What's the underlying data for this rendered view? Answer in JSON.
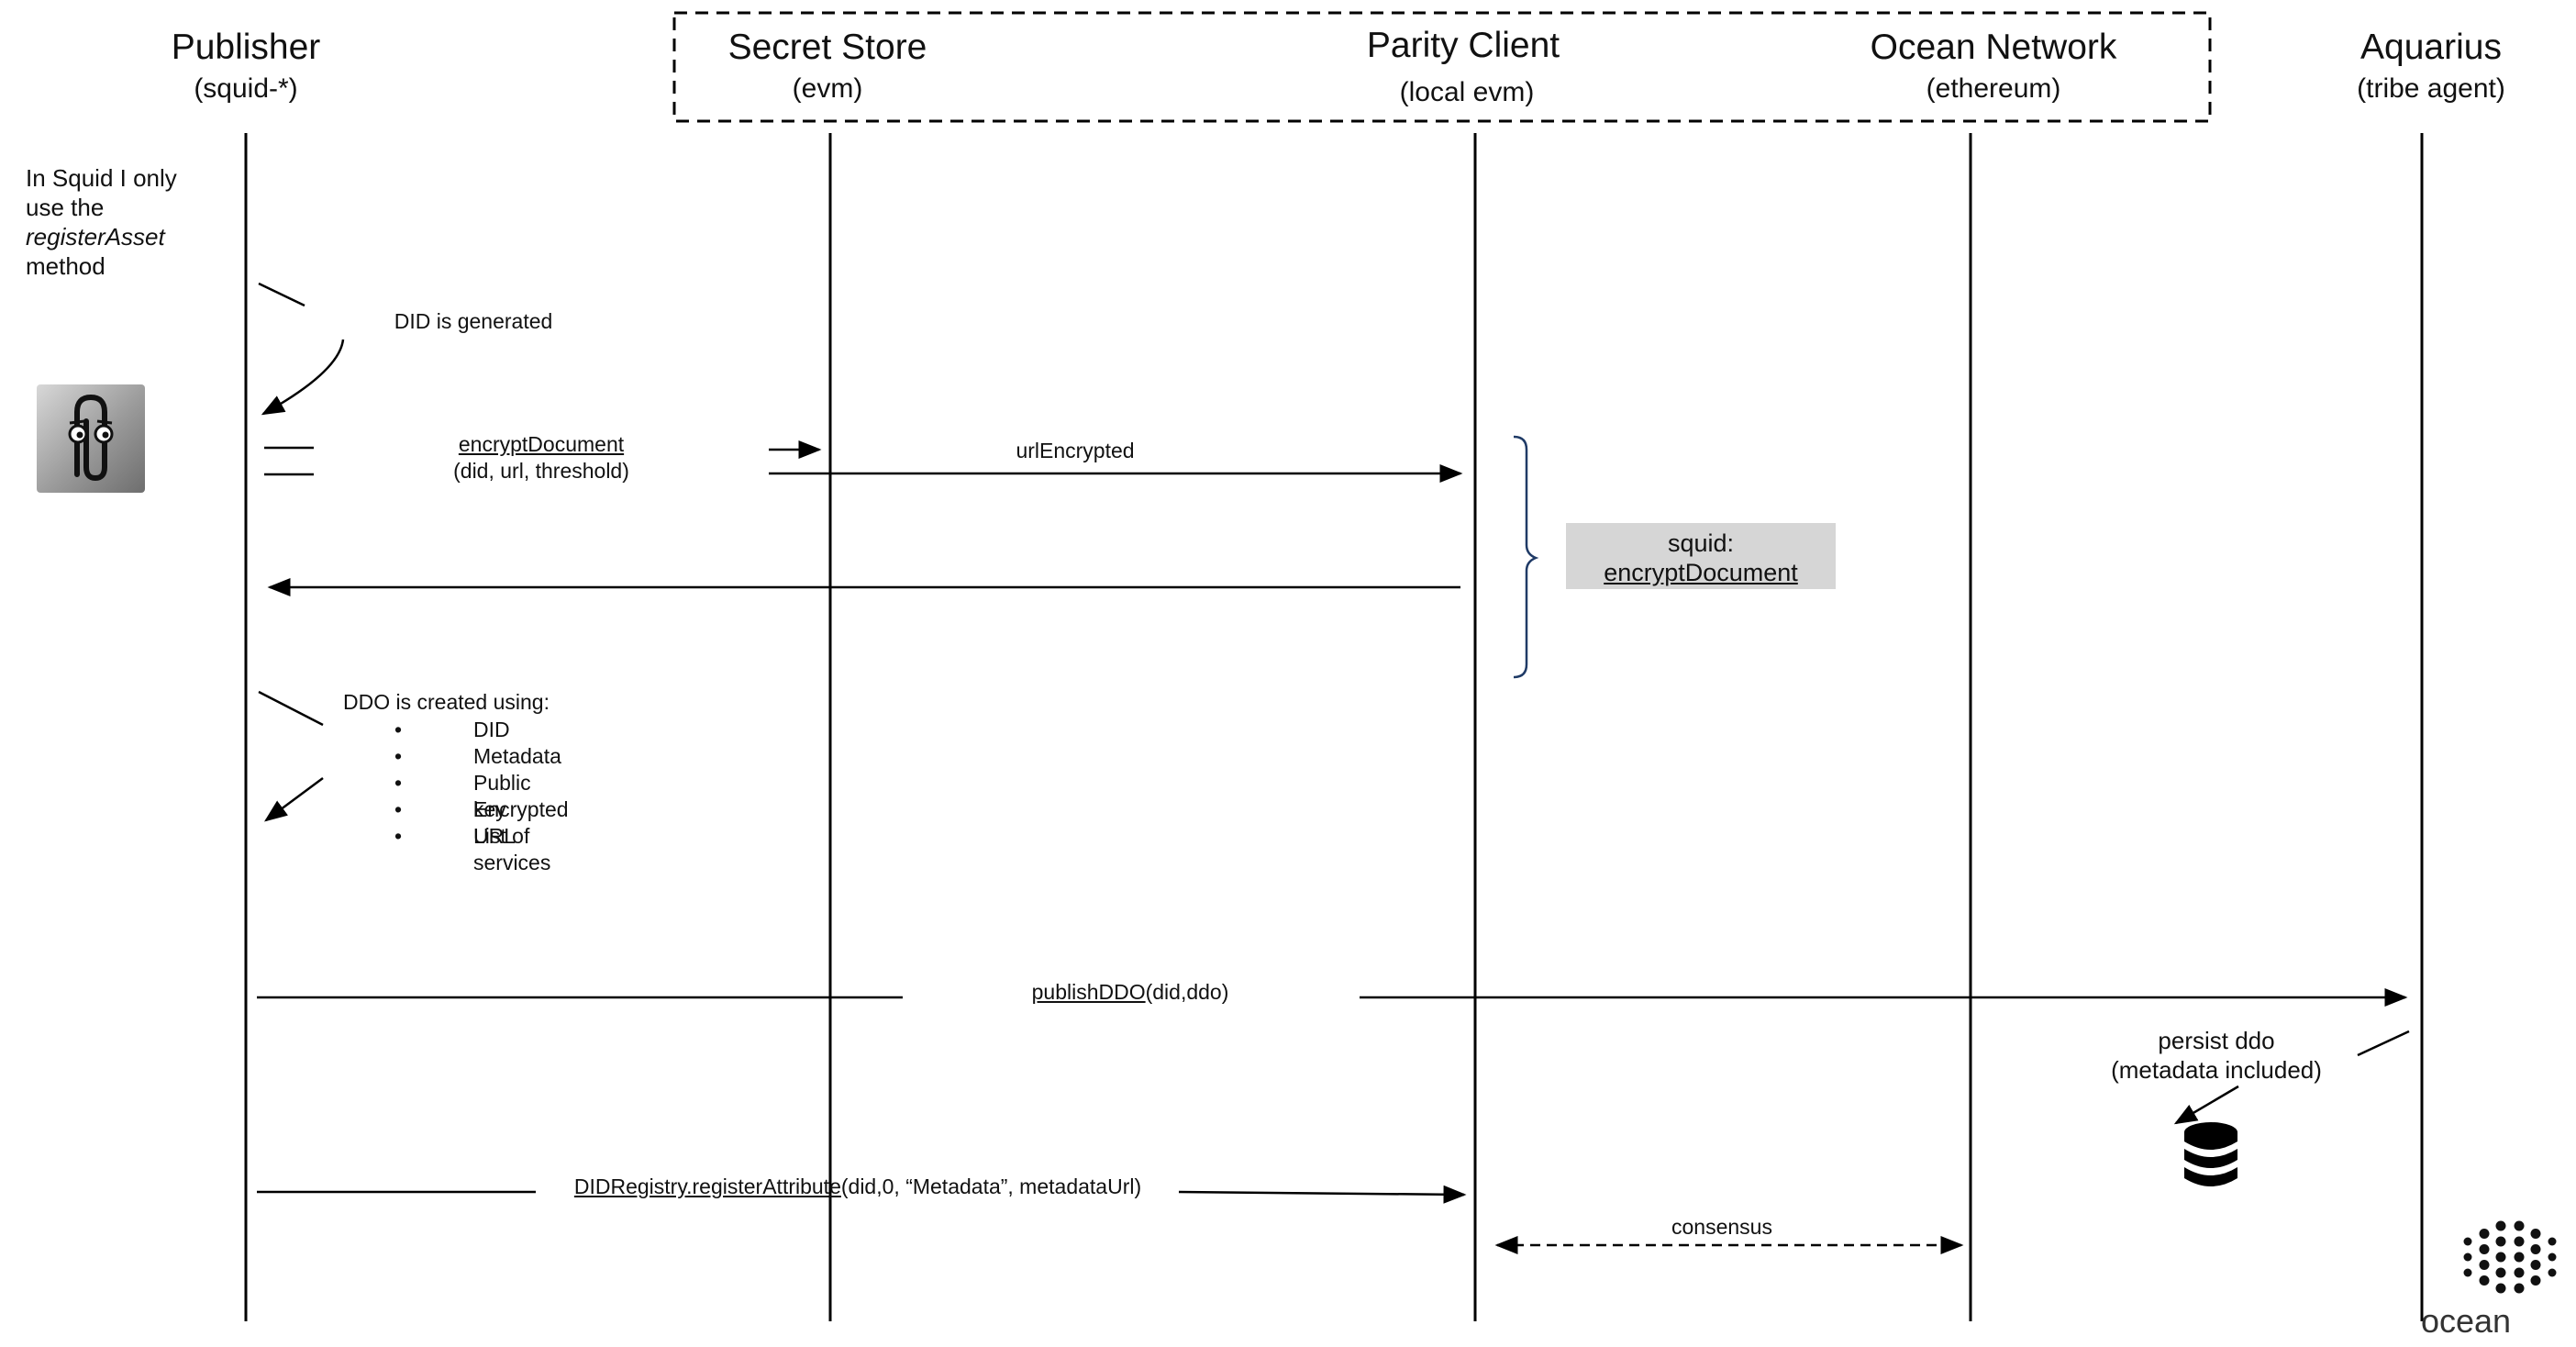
{
  "participants": {
    "publisher": {
      "name": "Publisher",
      "sub": "(squid-*)"
    },
    "secret_store": {
      "name": "Secret Store",
      "sub": "(evm)"
    },
    "parity_client": {
      "name": "Parity Client",
      "sub": "(local evm)"
    },
    "ocean_network": {
      "name": "Ocean Network",
      "sub": "(ethereum)"
    },
    "aquarius": {
      "name": "Aquarius",
      "sub": "(tribe agent)"
    }
  },
  "side_note": {
    "line1": "In Squid I only",
    "line2": "use the",
    "line3": "registerAsset",
    "line4": "method"
  },
  "notes": {
    "did_generated": "DID is generated",
    "ddo_created": "DDO is created using:",
    "ddo_items": [
      "DID",
      "Metadata",
      "Public key",
      "Encrypted URL",
      "List of services"
    ],
    "bullet": "•",
    "persist_line1": "persist ddo",
    "persist_line2": "(metadata included)"
  },
  "messages": {
    "encrypt_doc_method": "encryptDocument",
    "encrypt_doc_args": "(did, url, threshold)",
    "url_encrypted": "urlEncrypted",
    "publish_method": "publishDDO",
    "publish_args": "(did,ddo)",
    "register_method": "DIDRegistry.registerAttribute",
    "register_args": "(did,0, “Metadata”, metadataUrl)",
    "consensus": "consensus"
  },
  "squid_box": {
    "line1": "squid:",
    "line2": "encryptDocument"
  },
  "logo": {
    "word": "ocean"
  },
  "icons": {
    "assistant": "paperclip-assistant-icon",
    "database": "database-icon",
    "logo": "ocean-logo-icon"
  }
}
